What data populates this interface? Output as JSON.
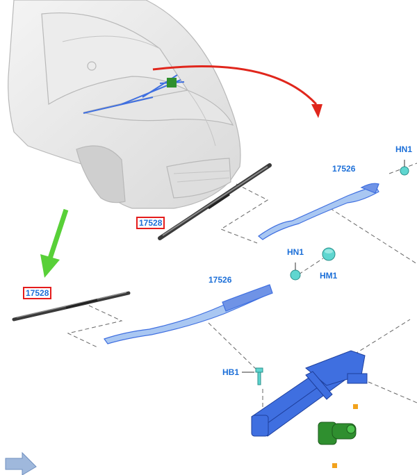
{
  "colors": {
    "label_text": "#1c6fd8",
    "highlight_box": "#e41c1c",
    "part_blue": "#3f6fe0",
    "part_blue_light": "#a9c7f2",
    "fastener_cyan": "#5fd6d0",
    "motor_green": "#2f8f2f",
    "pointer_red": "#e0261c",
    "pointer_green": "#58d038",
    "square_marker": "#f2a21c",
    "nav_arrow": "#9fb8dc"
  },
  "icons": {
    "nav": "navigation-arrow-icon"
  },
  "labels": {
    "blade_top": "17528",
    "blade_left": "17528",
    "arm_top": "17526",
    "arm_mid": "17526",
    "hn1_top": "HN1",
    "hn1_mid": "HN1",
    "hm1": "HM1",
    "hb1": "HB1"
  }
}
